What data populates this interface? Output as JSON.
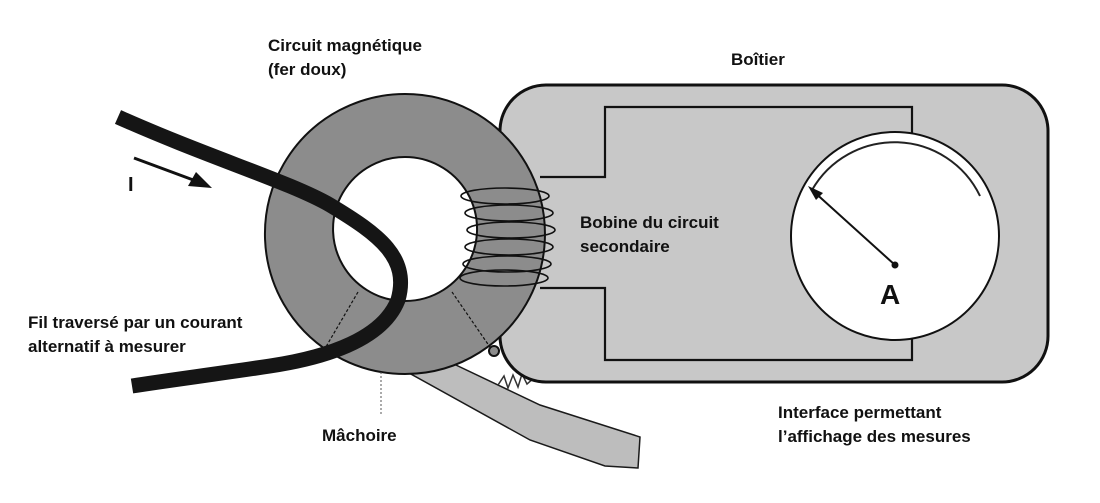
{
  "labels": {
    "magnetic_circuit": [
      "Circuit magnétique",
      "(fer doux)"
    ],
    "housing": "Boîtier",
    "secondary_coil": [
      "Bobine du circuit",
      "secondaire"
    ],
    "wire": [
      "Fil traversé par un courant",
      "alternatif à mesurer"
    ],
    "jaw": "Mâchoire",
    "display_interface": [
      "Interface permettant",
      "l’affichage des mesures"
    ],
    "current_symbol": "I",
    "ammeter_symbol": "A"
  },
  "colors": {
    "core": "#8c8c8c",
    "housing": "#c8c8c8",
    "dial_face": "#ffffff",
    "wire": "#151515",
    "outline": "#1a1a1a"
  }
}
